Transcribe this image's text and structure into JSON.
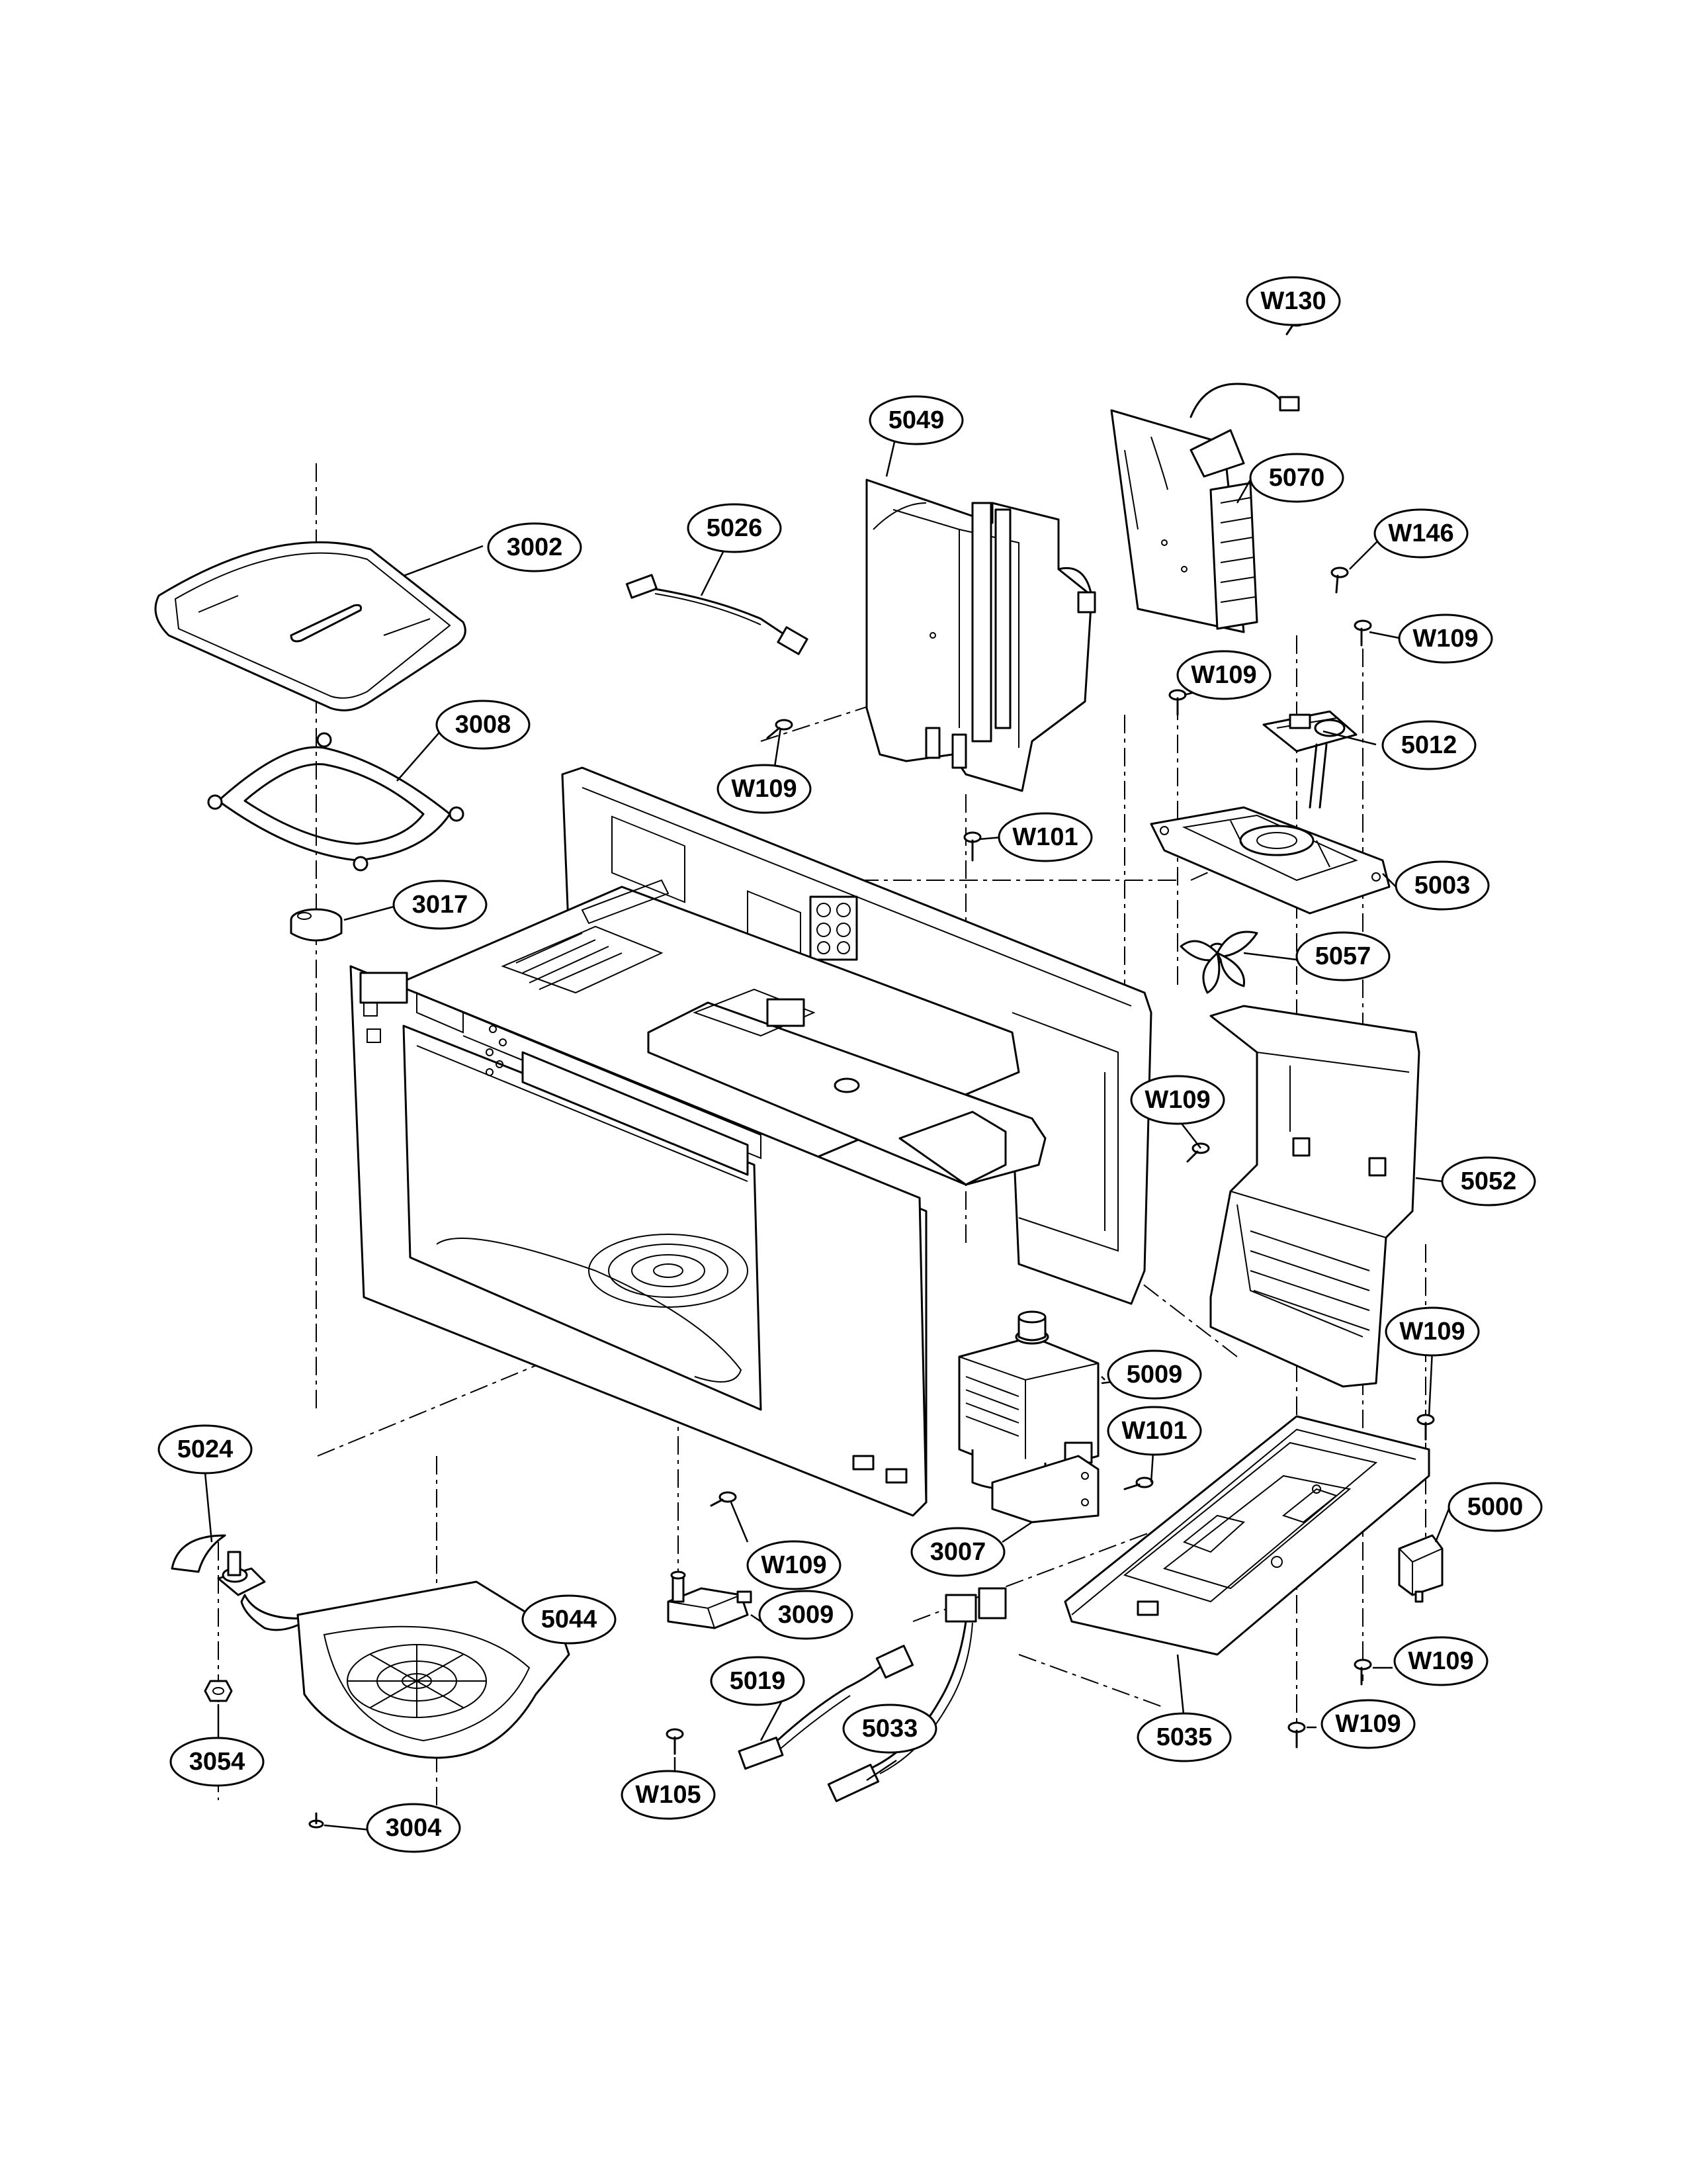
{
  "callouts": {
    "W130": "W130",
    "p5049": "5049",
    "p5070": "5070",
    "W146": "W146",
    "W109_a": "W109",
    "W109_b": "W109",
    "p3002": "3002",
    "p5026": "5026",
    "W109_c": "W109",
    "p5012": "5012",
    "p3008": "3008",
    "W101_a": "W101",
    "p3017": "3017",
    "p5003": "5003",
    "p5057": "5057",
    "W109_d": "W109",
    "p5052": "5052",
    "W109_e": "W109",
    "p5009": "5009",
    "p5024": "5024",
    "W101_b": "W101",
    "p5000": "5000",
    "W109_f": "W109",
    "p3007": "3007",
    "p3009": "3009",
    "p5044": "5044",
    "W109_g": "W109",
    "p5019": "5019",
    "p5033": "5033",
    "p5035": "5035",
    "W109_h": "W109",
    "p3054": "3054",
    "W105": "W105",
    "p3004": "3004"
  }
}
